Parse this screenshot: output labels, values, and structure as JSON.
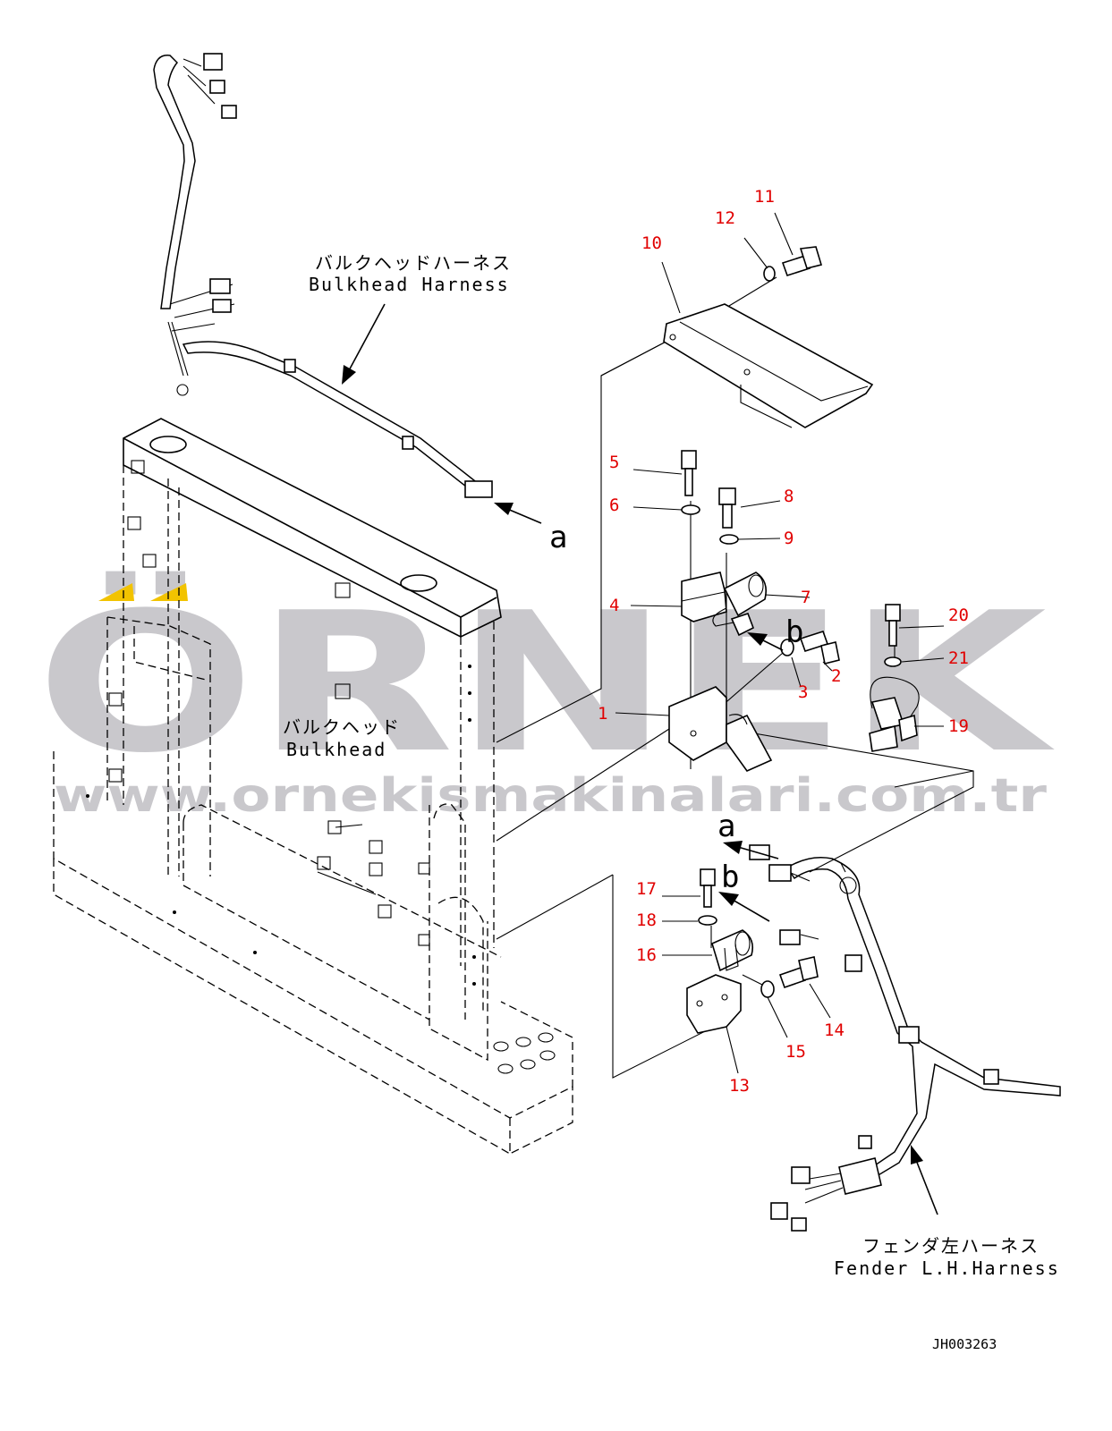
{
  "labels": {
    "bulkhead_harness_jp": "バルクヘッドハーネス",
    "bulkhead_harness_en": "Bulkhead Harness",
    "bulkhead_jp": "バルクヘッド",
    "bulkhead_en": "Bulkhead",
    "fender_harness_jp": "フェンダ左ハーネス",
    "fender_harness_en": "Fender L.H.Harness",
    "ref_a_top": "a",
    "ref_b_top": "b",
    "ref_a_bottom": "a",
    "ref_b_bottom": "b",
    "drawing_code": "JH003263"
  },
  "watermark": {
    "brand": "ÖRNEK",
    "url": "www.ornekismakinalari.com.tr",
    "color": "#c9c8cc",
    "accent": "#f2c300"
  },
  "callouts": [
    {
      "id": "c1",
      "n": "1"
    },
    {
      "id": "c2",
      "n": "2"
    },
    {
      "id": "c3",
      "n": "3"
    },
    {
      "id": "c4",
      "n": "4"
    },
    {
      "id": "c5",
      "n": "5"
    },
    {
      "id": "c6",
      "n": "6"
    },
    {
      "id": "c7",
      "n": "7"
    },
    {
      "id": "c8",
      "n": "8"
    },
    {
      "id": "c9",
      "n": "9"
    },
    {
      "id": "c10",
      "n": "10"
    },
    {
      "id": "c11",
      "n": "11"
    },
    {
      "id": "c12",
      "n": "12"
    },
    {
      "id": "c13",
      "n": "13"
    },
    {
      "id": "c14",
      "n": "14"
    },
    {
      "id": "c15",
      "n": "15"
    },
    {
      "id": "c16",
      "n": "16"
    },
    {
      "id": "c17",
      "n": "17"
    },
    {
      "id": "c18",
      "n": "18"
    },
    {
      "id": "c19",
      "n": "19"
    },
    {
      "id": "c20",
      "n": "20"
    },
    {
      "id": "c21",
      "n": "21"
    }
  ],
  "callout_color": "#e10000"
}
